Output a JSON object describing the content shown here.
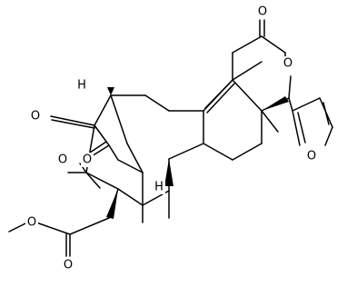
{
  "molecule": {
    "atom_labels": {
      "lactone_ring_oxygen": "O",
      "lactone_carbonyl_oxygen": "O",
      "furan_oxygen": "O",
      "ketone_oxygen_left": "O",
      "ketone_oxygen_bridge": "O",
      "bridge_oxygen": "O",
      "ester_ether_oxygen": "O",
      "ester_carbonyl_oxygen": "O",
      "stereo_hydrogen_top": "H",
      "stereo_hydrogen_ring_junction": "H"
    }
  }
}
